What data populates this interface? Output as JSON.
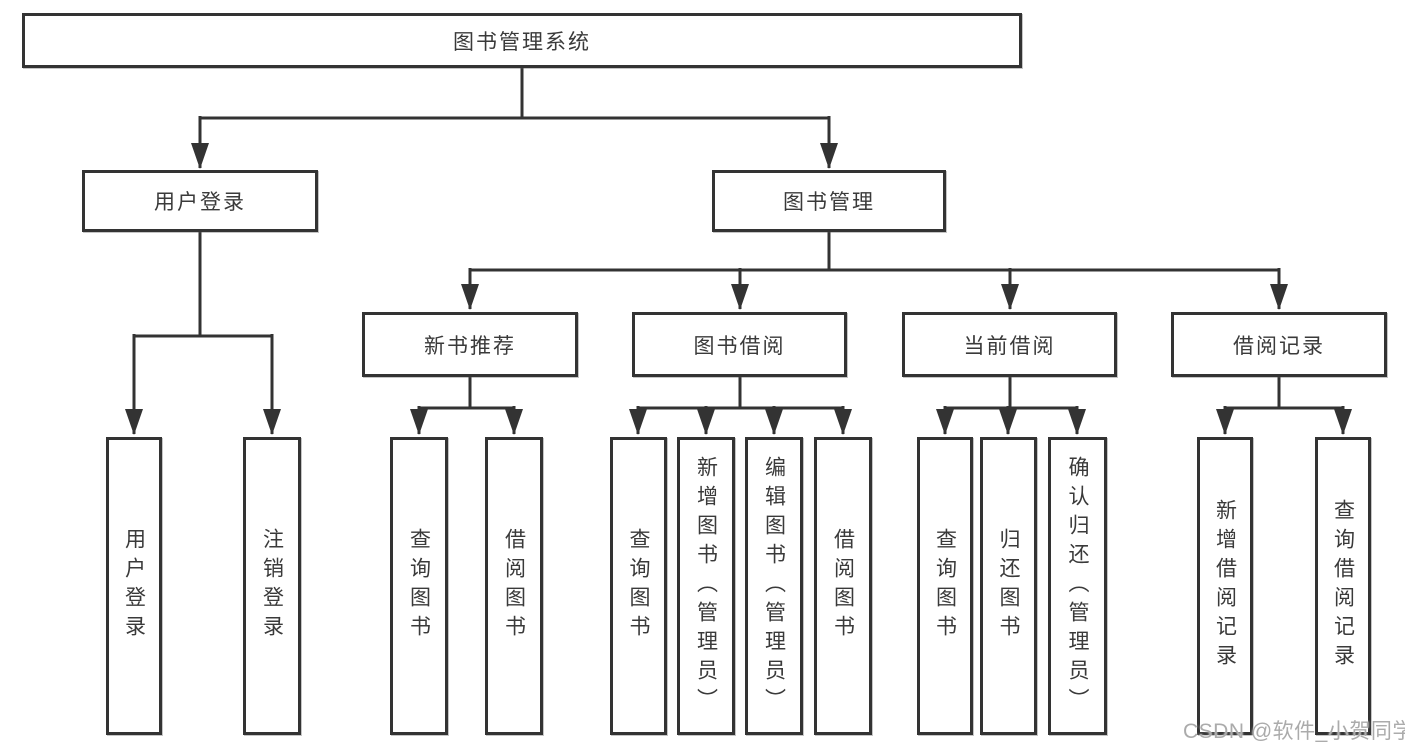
{
  "diagram": {
    "root": {
      "label": "图书管理系统",
      "children": [
        {
          "label": "用户登录",
          "children": [
            {
              "label": "用户登录"
            },
            {
              "label": "注销登录"
            }
          ]
        },
        {
          "label": "图书管理",
          "children": [
            {
              "label": "新书推荐",
              "children": [
                {
                  "label": "查询图书"
                },
                {
                  "label": "借阅图书"
                }
              ]
            },
            {
              "label": "图书借阅",
              "children": [
                {
                  "label": "查询图书"
                },
                {
                  "label": "新增图书（管理员）"
                },
                {
                  "label": "编辑图书（管理员）"
                },
                {
                  "label": "借阅图书"
                }
              ]
            },
            {
              "label": "当前借阅",
              "children": [
                {
                  "label": "查询图书"
                },
                {
                  "label": "归还图书"
                },
                {
                  "label": "确认归还（管理员）"
                }
              ]
            },
            {
              "label": "借阅记录",
              "children": [
                {
                  "label": "新增借阅记录"
                },
                {
                  "label": "查询借阅记录"
                }
              ]
            }
          ]
        }
      ]
    }
  },
  "watermark": {
    "text": "CSDN @软件_小贺同学"
  },
  "colors": {
    "line": "#333333",
    "box_border": "#333333",
    "text": "#3a3a3a",
    "watermark": "#ababab",
    "background": "#ffffff"
  }
}
